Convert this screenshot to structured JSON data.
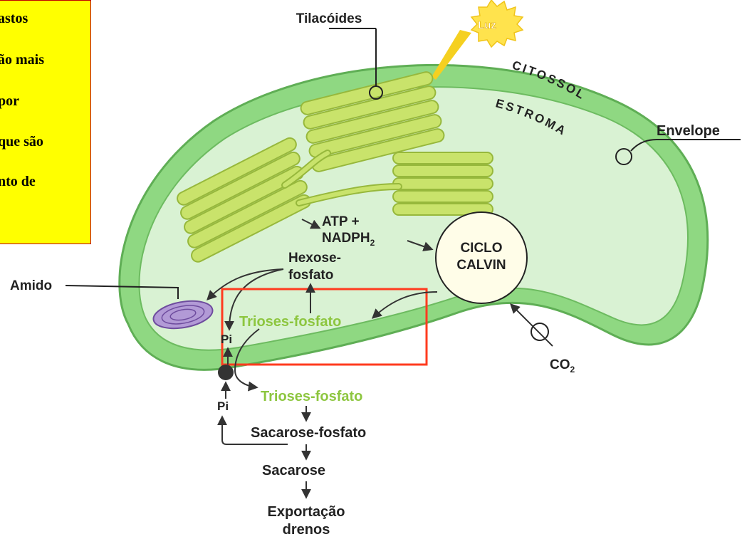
{
  "note": {
    "lines": [
      "astos",
      "ão mais",
      "por",
      "que são",
      "nto de"
    ]
  },
  "labels": {
    "tilacoides": "Tilacóides",
    "luz": "Luz",
    "citossol": "CITOSSOL",
    "estroma": "ESTROMA",
    "envelope": "Envelope",
    "atp": "ATP +",
    "nadph": "NADPH",
    "nadph_sub": "2",
    "ciclo": "CICLO",
    "calvin": "CALVIN",
    "hexose1": "Hexose-",
    "hexose2": "fosfato",
    "amido": "Amido",
    "trioses_inner": "Trioses-fosfato",
    "pi_inner": "Pi",
    "co2": "CO",
    "co2_sub": "2",
    "trioses_outer": "Trioses-fosfato",
    "pi_outer": "Pi",
    "sacarose_fosfato": "Sacarose-fosfato",
    "sacarose": "Sacarose",
    "exportacao": "Exportação",
    "drenos": "drenos"
  },
  "colors": {
    "outer_membrane": "#7ccf6e",
    "stroma": "#d9f2d3",
    "thylakoid": "#c9e36b",
    "highlight_box": "#ff3b1f",
    "trioses_text": "#8dc63f",
    "calvin_fill": "#fffde8",
    "amido_fill": "#b29ad6",
    "sun": "#ffe34d"
  }
}
